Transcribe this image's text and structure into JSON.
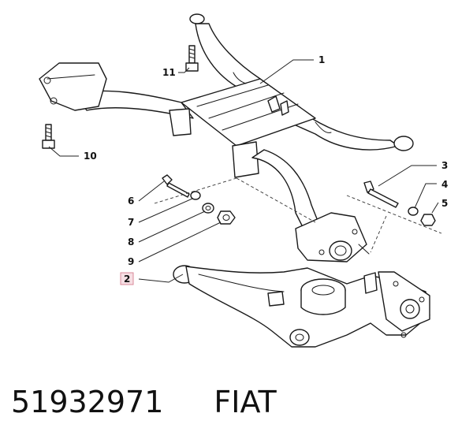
{
  "diagram": {
    "callouts": [
      {
        "label": "1"
      },
      {
        "label": "2",
        "highlighted": true
      },
      {
        "label": "3"
      },
      {
        "label": "4"
      },
      {
        "label": "5"
      },
      {
        "label": "6"
      },
      {
        "label": "7"
      },
      {
        "label": "8"
      },
      {
        "label": "9"
      },
      {
        "label": "10"
      },
      {
        "label": "11"
      }
    ],
    "highlight_color": "#f6dfe4"
  },
  "footer": {
    "part_number": "51932971",
    "brand": "FIAT"
  }
}
